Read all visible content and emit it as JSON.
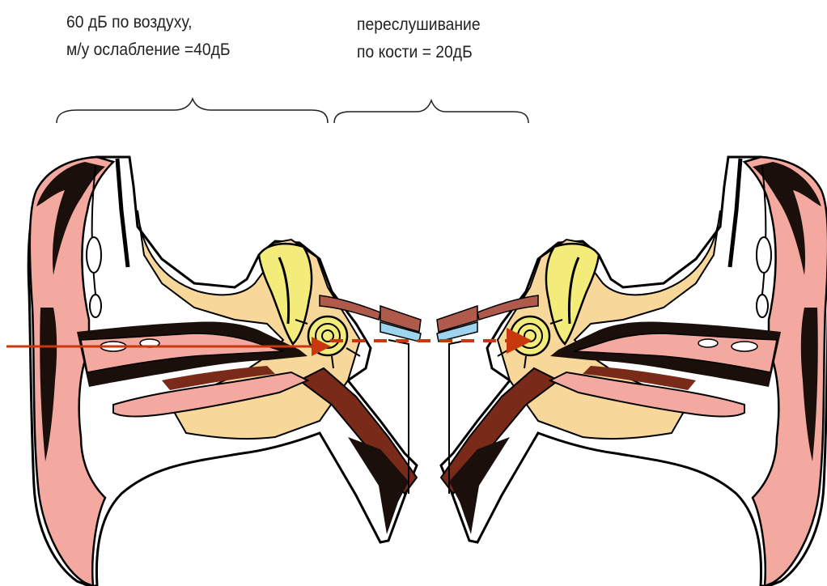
{
  "annotations": {
    "air_conduction": {
      "line1": "60 дБ по воздуху,",
      "line2": "м/у ослабление =40дБ"
    },
    "bone_crossover": {
      "line1": "переслушивание",
      "line2": "по кости = 20дБ"
    }
  },
  "colors": {
    "arrow": "#c8380e",
    "skin": "#f4a9a0",
    "skin_dark": "#b05a4c",
    "bone": "#f8d89a",
    "cochlea": "#f4ec7a",
    "muscle": "#7a2a18",
    "nerve_blue": "#9fd4ee",
    "outline": "#000000"
  },
  "icons": [
    "left-ear-icon",
    "right-ear-icon",
    "air-conduction-arrow-icon",
    "bone-conduction-arrow-icon"
  ]
}
